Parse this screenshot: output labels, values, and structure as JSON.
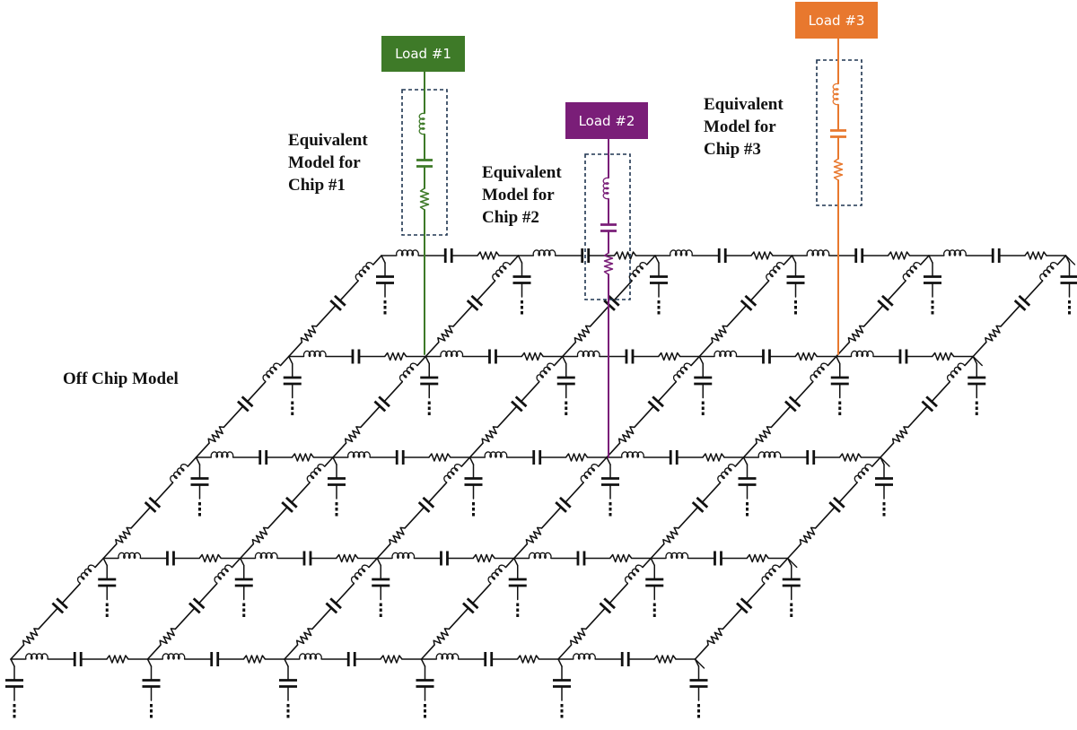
{
  "loads": [
    {
      "label": "Load #1",
      "color": "#3e7a28"
    },
    {
      "label": "Load #2",
      "color": "#7a1e78"
    },
    {
      "label": "Load #3",
      "color": "#e8782e"
    }
  ],
  "chip_models": [
    {
      "lines": [
        "Equivalent",
        "Model for",
        "Chip #1"
      ]
    },
    {
      "lines": [
        "Equivalent",
        "Model for",
        "Chip #2"
      ]
    },
    {
      "lines": [
        "Equivalent",
        "Model for",
        "Chip #3"
      ]
    }
  ],
  "off_chip_label": "Off Chip Model",
  "grid": {
    "rows": 5,
    "columns": 6,
    "cell_branch": [
      "inductor",
      "capacitor",
      "resistor"
    ],
    "node_shunt": "capacitor-to-ground"
  },
  "chip_branch": [
    "inductor",
    "capacitor",
    "resistor"
  ],
  "colors": {
    "circuit": "#111111",
    "dashed_box": "#1f3550"
  }
}
